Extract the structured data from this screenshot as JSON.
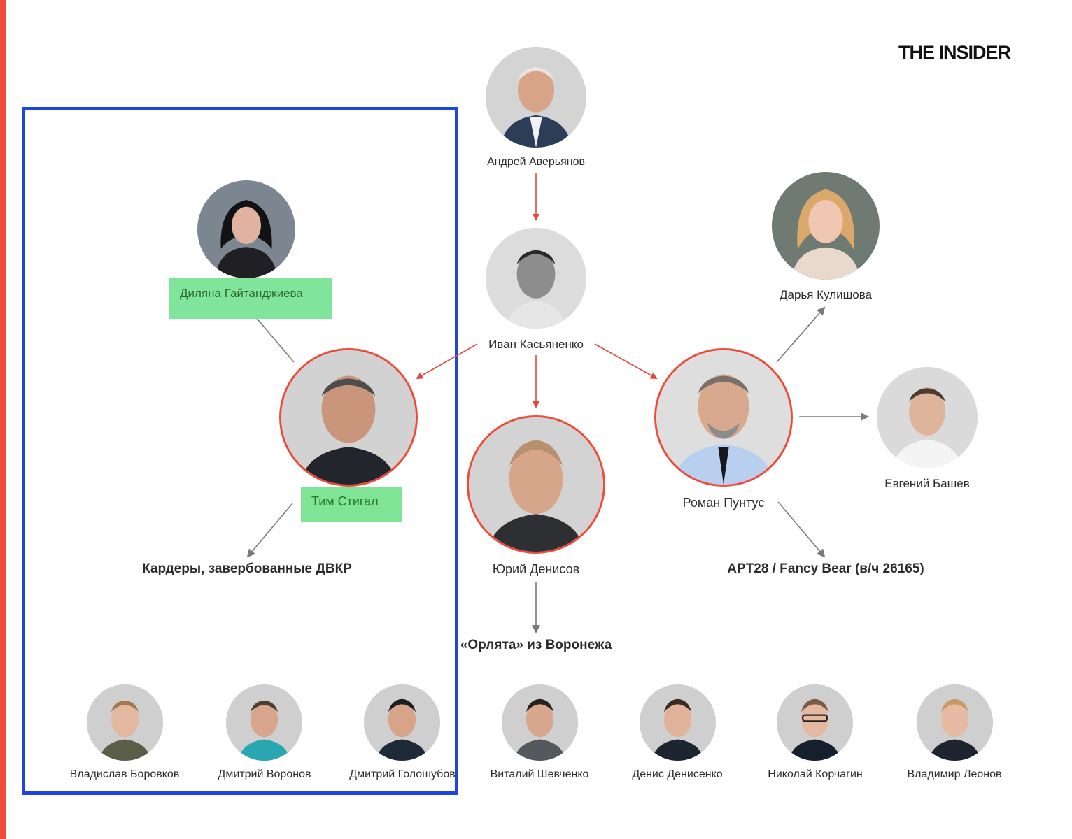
{
  "brand": {
    "logo_text": "THE INSIDER"
  },
  "colors": {
    "accent_red": "#f04a3a",
    "frame_blue": "#1f45de",
    "label_green": "#80e59a",
    "arrow_gray": "#808080"
  },
  "people": {
    "averyanov": "Андрей Аверьянов",
    "kasyanenko": "Иван Касьяненко",
    "stigal": "Тим Стигал",
    "gaytandzhieva": "Диляна Гайтанджиева",
    "denisov": "Юрий Денисов",
    "puntus": "Роман Пунтус",
    "kulishova": "Дарья Кулишова",
    "bashev": "Евгений Башев"
  },
  "groups": {
    "carders": "Кардеры, завербованные ДВКР",
    "orlyata": "«Орлята» из Воронежа",
    "apt28": "APT28 / Fancy Bear (в/ч 26165)"
  },
  "bottom_row": [
    "Владислав Боровков",
    "Дмитрий Воронов",
    "Дмитрий Голошубов",
    "Виталий Шевченко",
    "Денис Денисенко",
    "Николай Корчагин",
    "Владимир Леонов"
  ]
}
